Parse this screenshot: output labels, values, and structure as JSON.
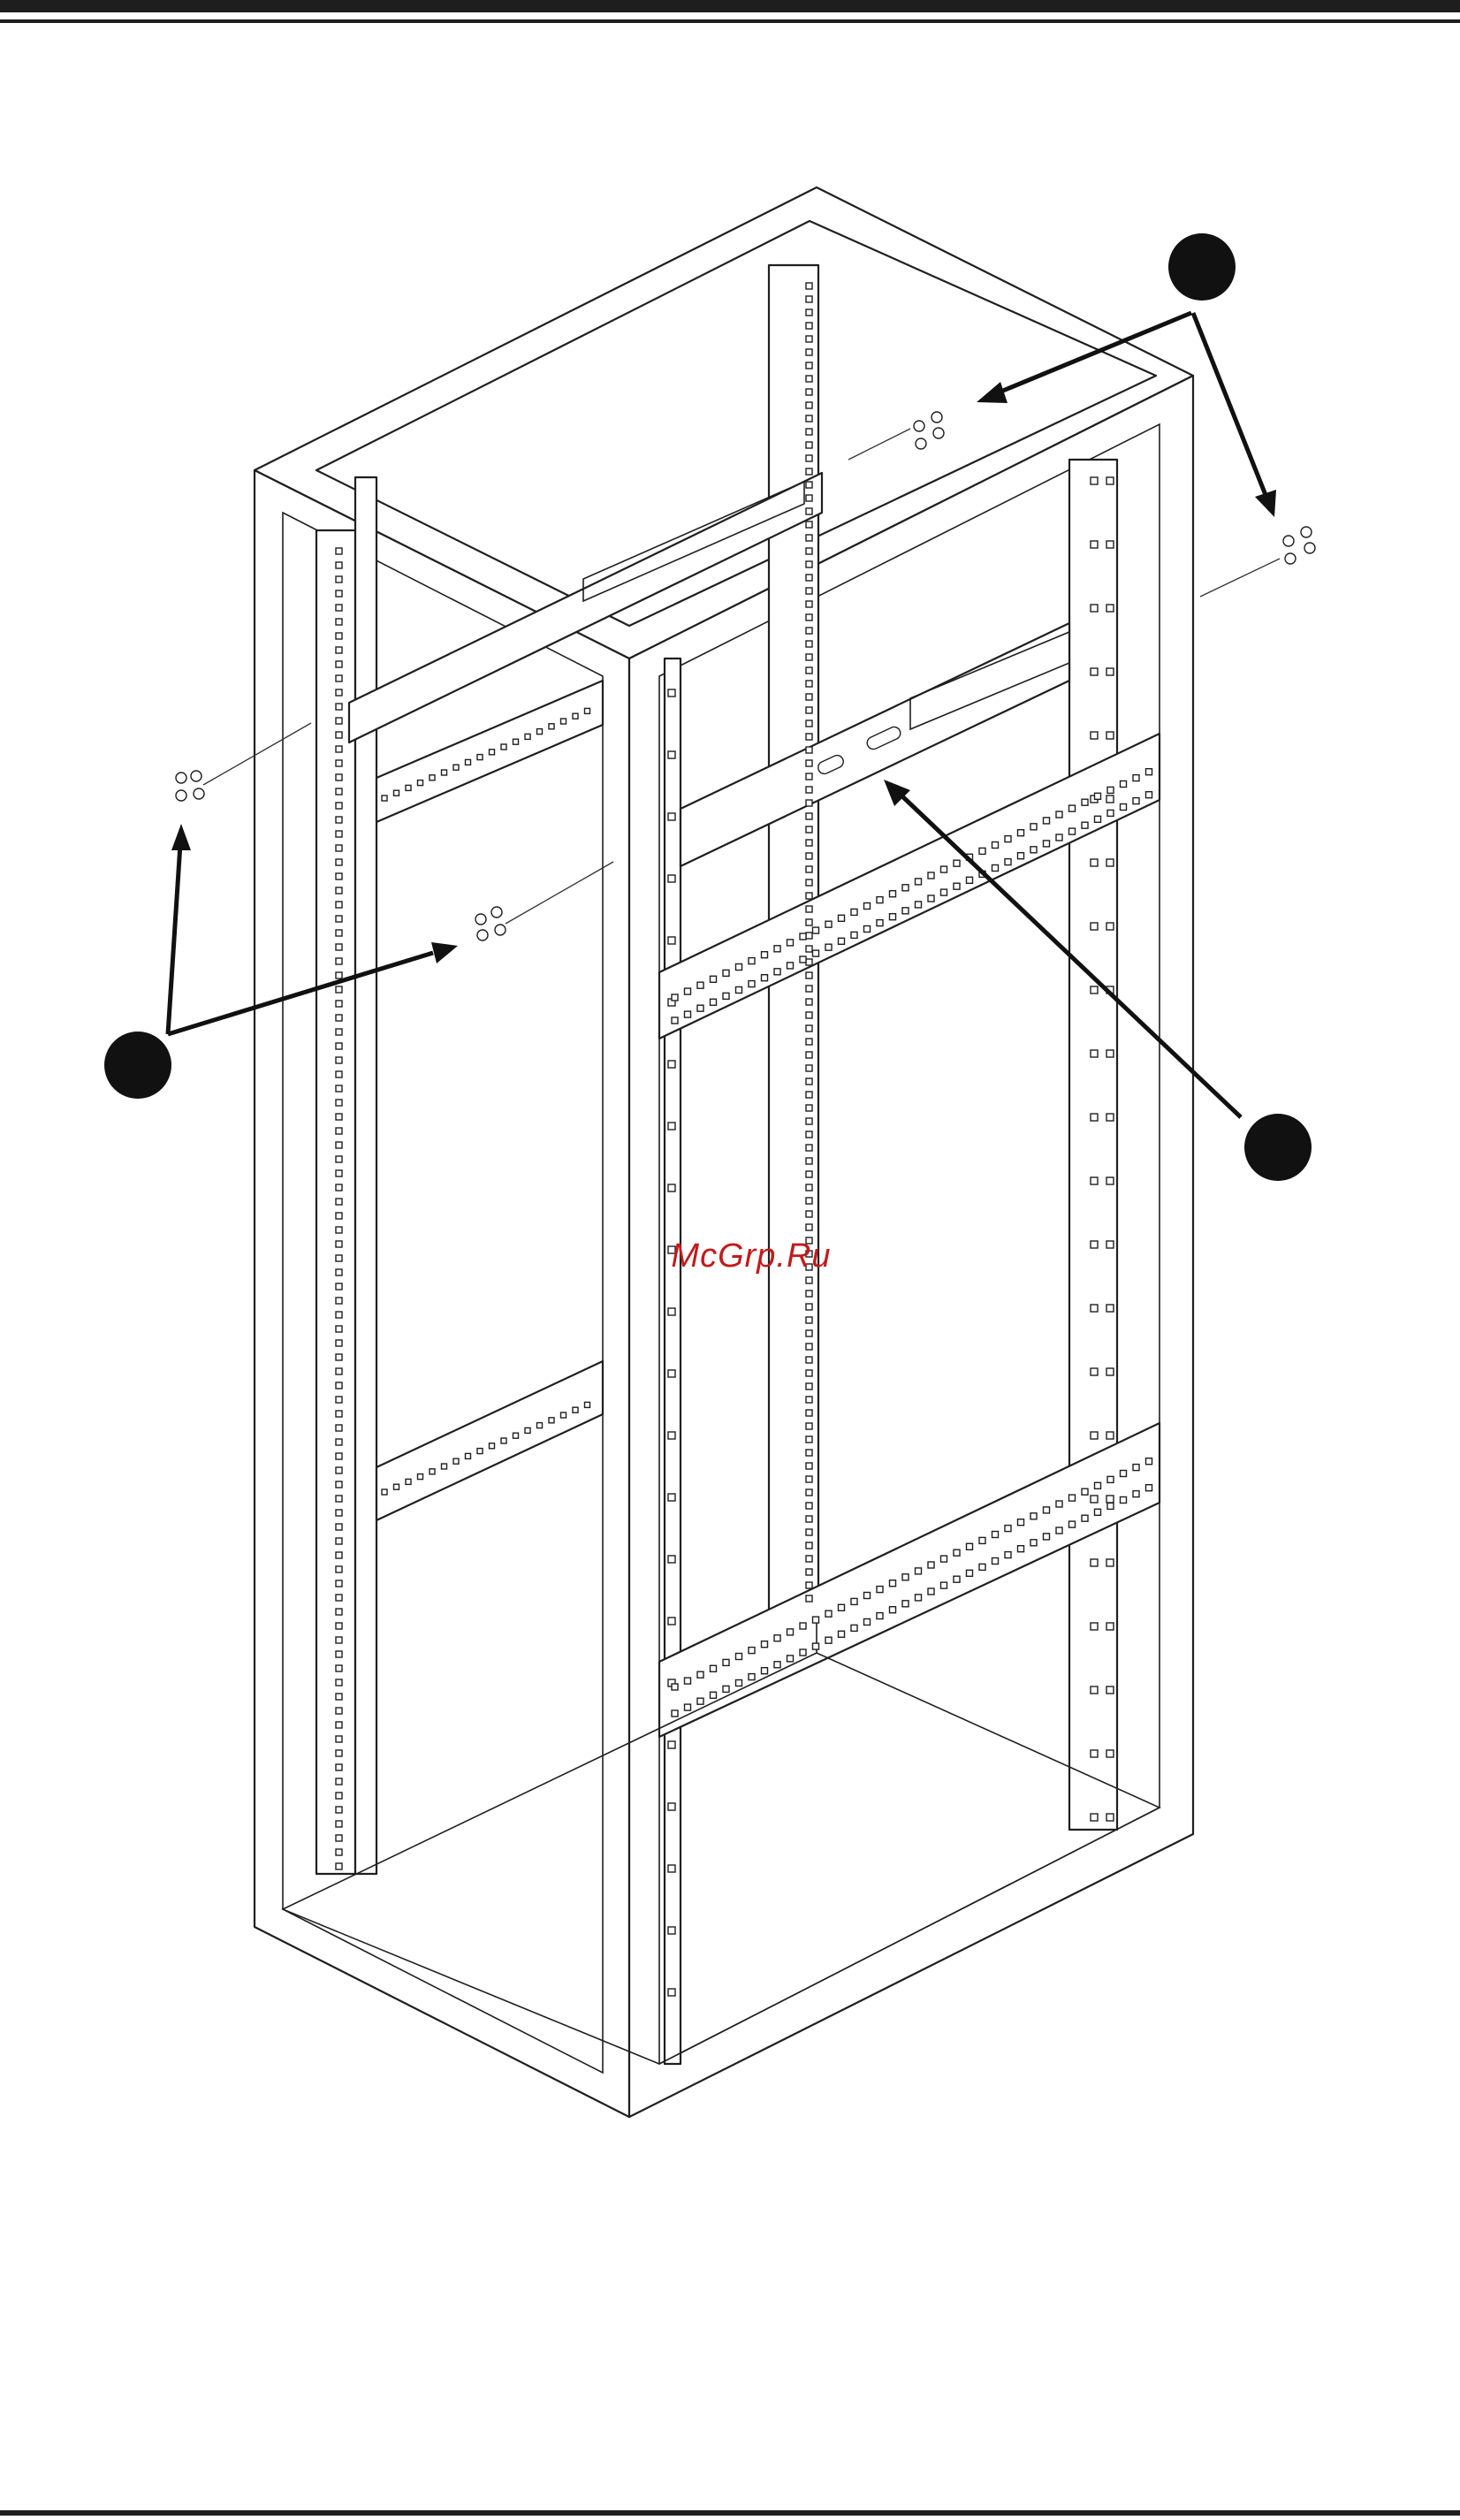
{
  "watermark": "McGrp.Ru",
  "callouts": [
    {
      "id": "left-callout",
      "label": ""
    },
    {
      "id": "top-right-callout",
      "label": ""
    },
    {
      "id": "right-callout",
      "label": ""
    }
  ]
}
